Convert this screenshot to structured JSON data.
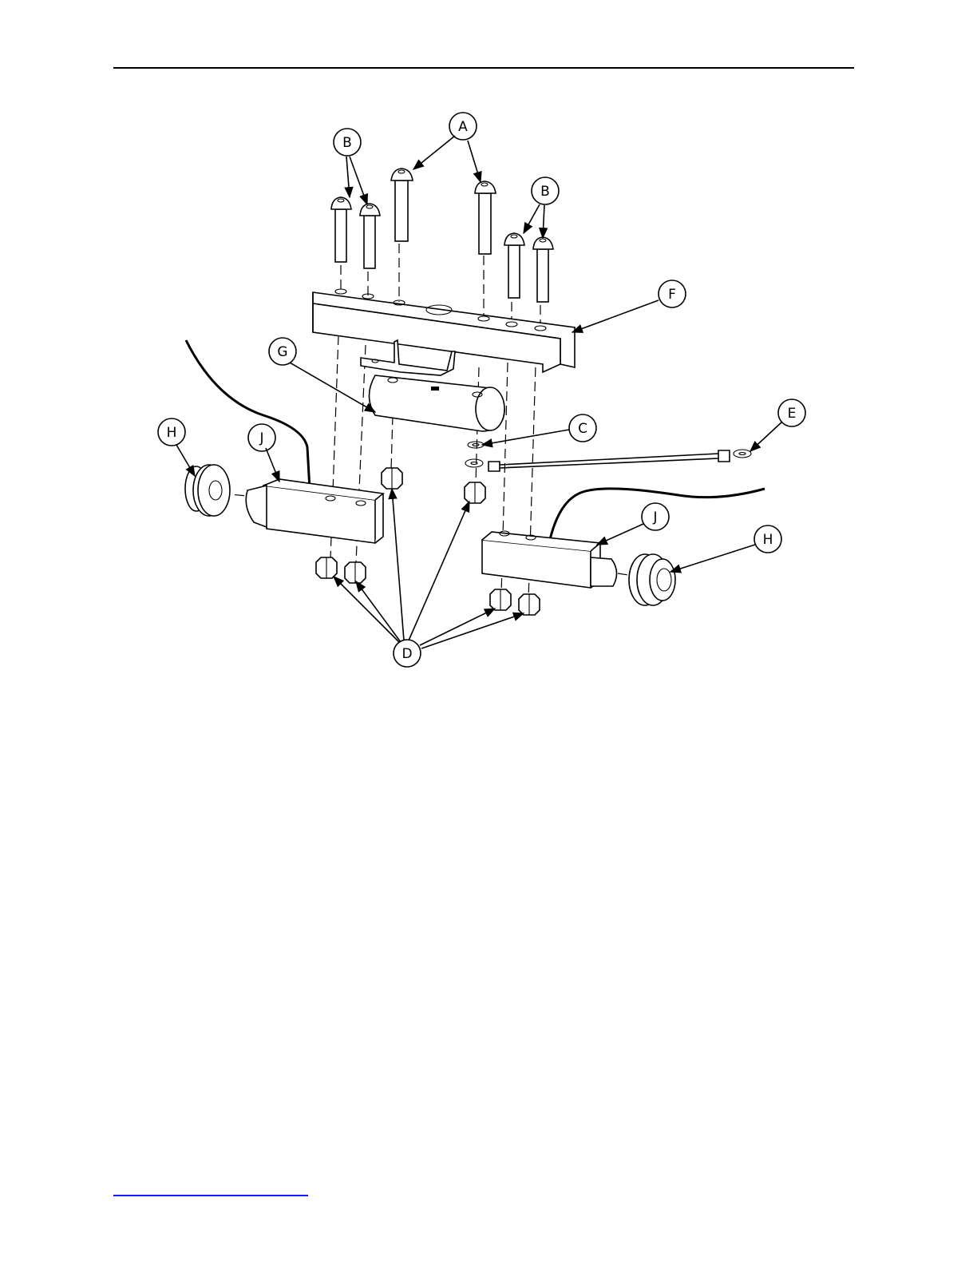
{
  "colors": {
    "rule": "#000000",
    "footer_link": "#1a1aff",
    "line": "#000000",
    "background": "#ffffff"
  },
  "callouts": {
    "a": "A",
    "b_left": "B",
    "b_right": "B",
    "c": "C",
    "d": "D",
    "e": "E",
    "f": "F",
    "g": "G",
    "h_left": "H",
    "h_right": "H",
    "j_left": "J",
    "j_right": "J"
  }
}
